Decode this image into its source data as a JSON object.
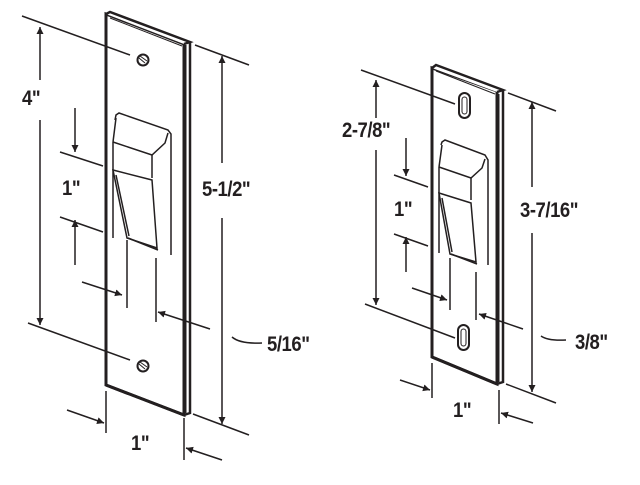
{
  "diagram": {
    "type": "dimensioned product drawing",
    "stroke_color": "#231f20",
    "background": "#ffffff",
    "parts": [
      {
        "name": "large-striker-plate",
        "mount_holes": "round screw holes",
        "dimensions": {
          "hole_spacing": "4\"",
          "opening_height": "1\"",
          "overall_height": "5-1/2\"",
          "opening_depth": "5/16\"",
          "width": "1\""
        }
      },
      {
        "name": "small-striker-plate",
        "mount_holes": "slotted holes",
        "dimensions": {
          "hole_spacing": "2-7/8\"",
          "opening_height": "1\"",
          "overall_height": "3-7/16\"",
          "opening_depth": "3/8\"",
          "width": "1\""
        }
      }
    ]
  }
}
